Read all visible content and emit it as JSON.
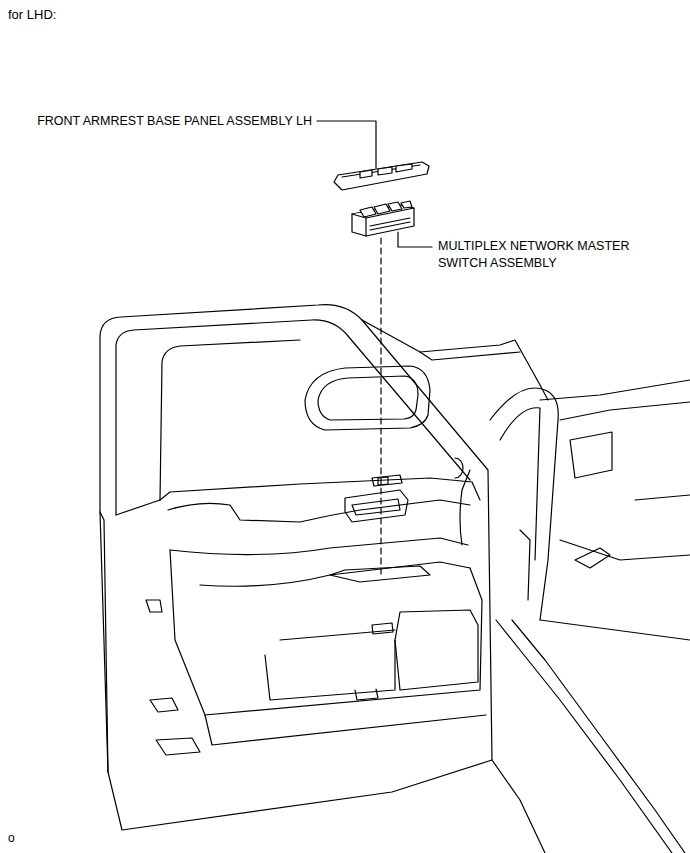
{
  "diagram": {
    "title": "for LHD:",
    "labels": [
      "FRONT ARMREST BASE PANEL ASSEMBLY LH",
      "MULTIPLEX NETWORK MASTER SWITCH ASSEMBLY",
      "o"
    ]
  }
}
